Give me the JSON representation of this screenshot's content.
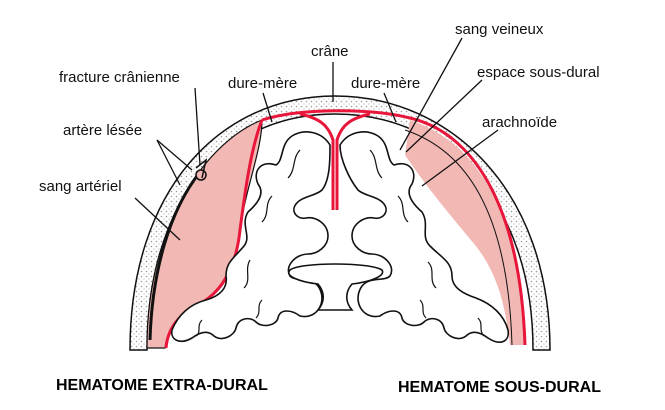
{
  "labels": {
    "fracture": "fracture crânienne",
    "artere": "artère lésée",
    "sang_arteriel": "sang artériel",
    "dure_mere_left": "dure-mère",
    "crane": "crâne",
    "dure_mere_right": "dure-mère",
    "sang_veineux": "sang veineux",
    "espace_sous_dural": "espace sous-dural",
    "arachnoide": "arachnoïde"
  },
  "captions": {
    "left": "HEMATOME EXTRA-DURAL",
    "right": "HEMATOME SOUS-DURAL"
  },
  "colors": {
    "hematoma_fill": "#f2b8b4",
    "dura_red": "#e8163a",
    "skull_dots": "#9a9a9a",
    "outline": "#111111"
  }
}
